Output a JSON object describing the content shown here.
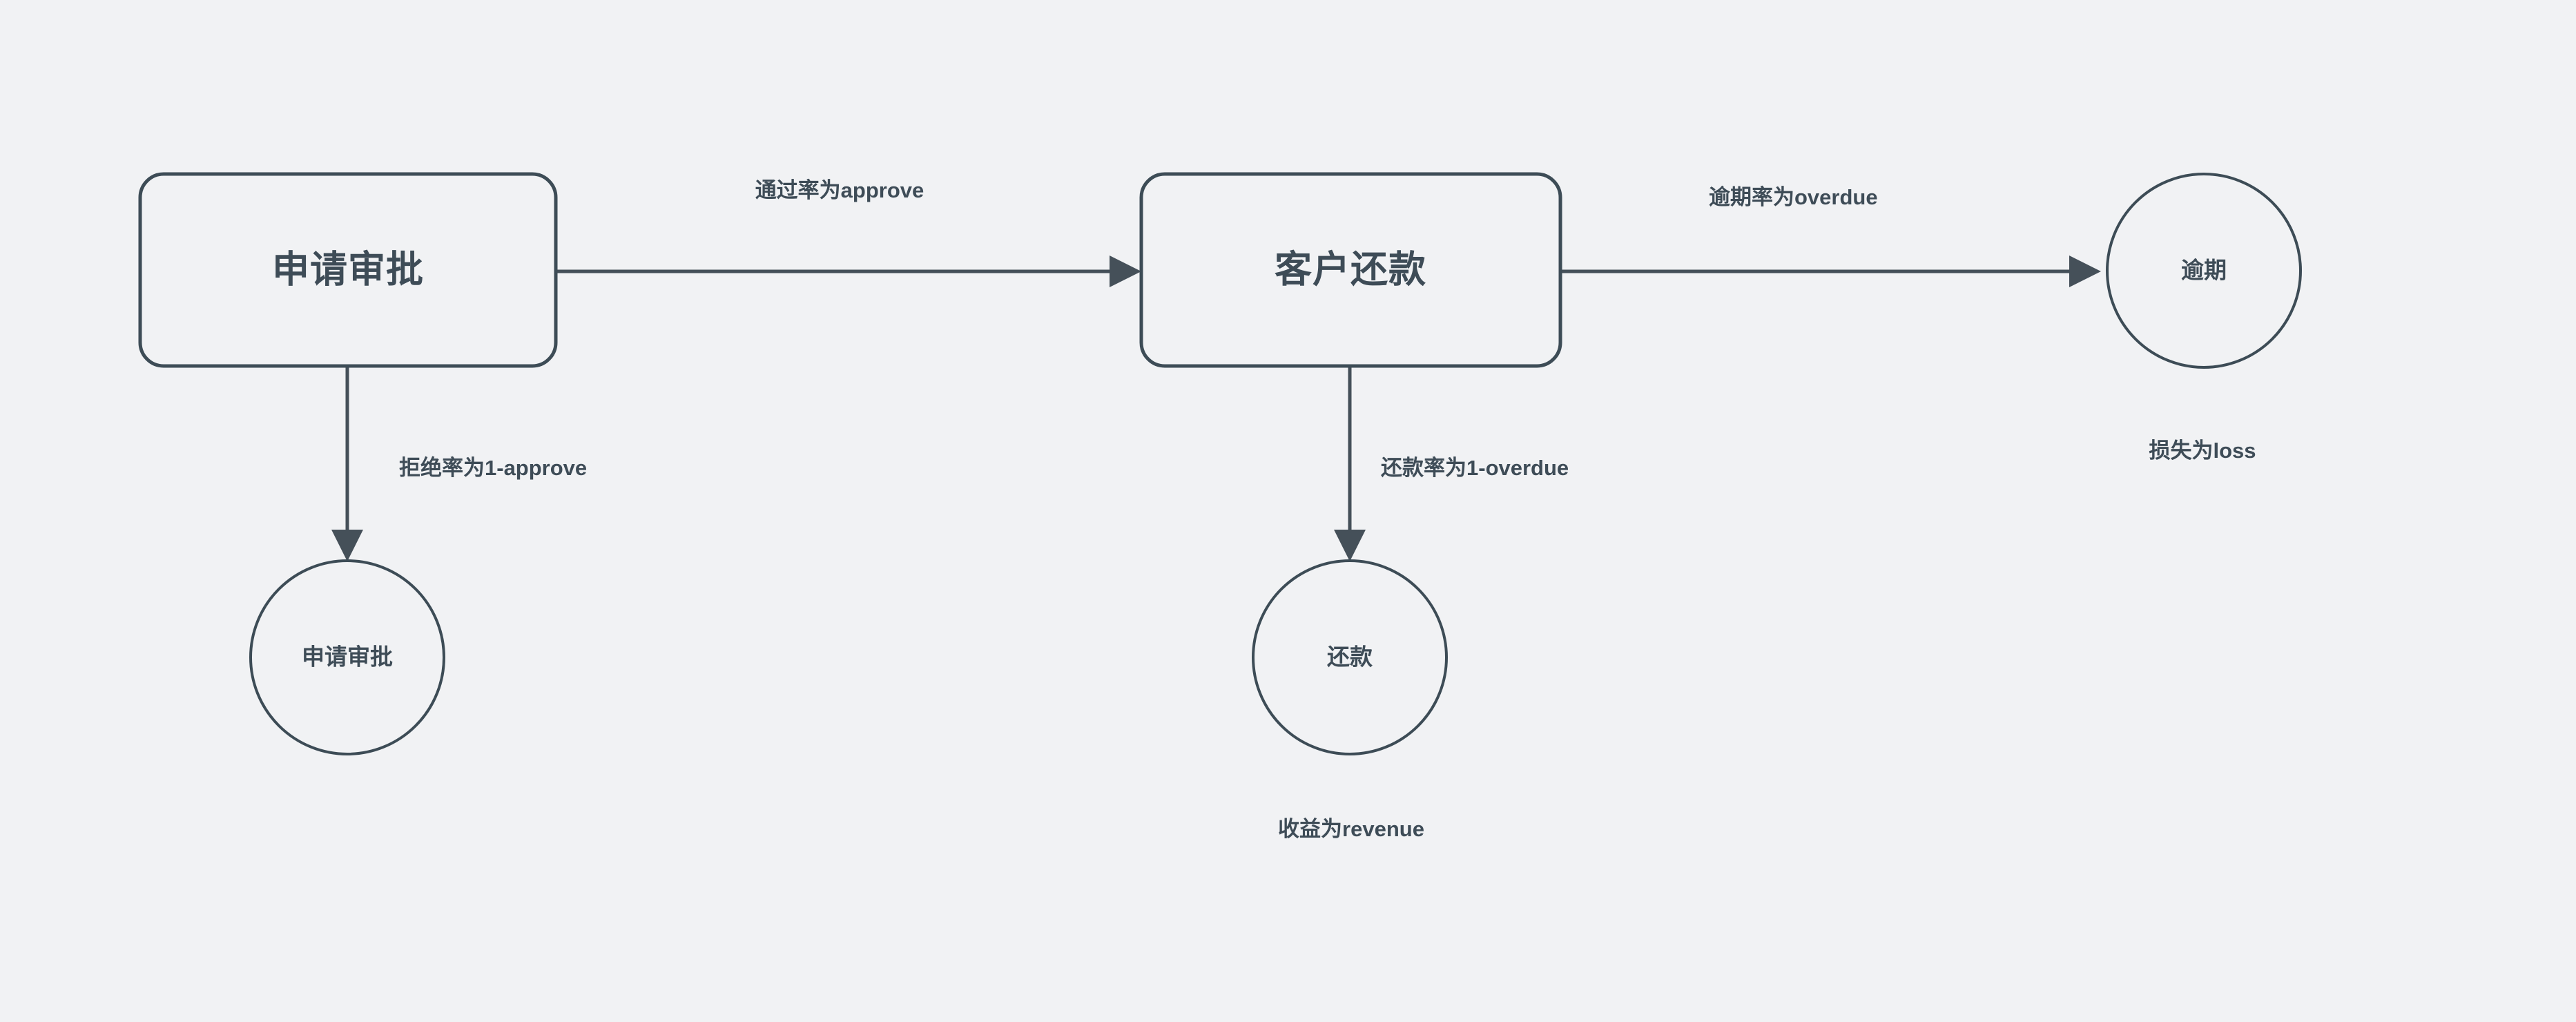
{
  "diagram": {
    "type": "flowchart",
    "background_color": "#f1f2f4",
    "stroke_color": "#3d4c56",
    "text_color": "#3e4c57",
    "nodes": [
      {
        "id": "apply_review_box",
        "label": "申请审批",
        "shape": "rounded-rect"
      },
      {
        "id": "customer_repay_box",
        "label": "客户还款",
        "shape": "rounded-rect"
      },
      {
        "id": "overdue_circle",
        "label": "逾期",
        "shape": "circle"
      },
      {
        "id": "reject_circle",
        "label": "申请审批",
        "shape": "circle"
      },
      {
        "id": "repay_circle",
        "label": "还款",
        "shape": "circle"
      }
    ],
    "edges": [
      {
        "id": "edge_approve",
        "from": "apply_review_box",
        "to": "customer_repay_box",
        "label": "通过率为approve"
      },
      {
        "id": "edge_reject",
        "from": "apply_review_box",
        "to": "reject_circle",
        "label": "拒绝率为1-approve"
      },
      {
        "id": "edge_overdue",
        "from": "customer_repay_box",
        "to": "overdue_circle",
        "label": "逾期率为overdue"
      },
      {
        "id": "edge_repay",
        "from": "customer_repay_box",
        "to": "repay_circle",
        "label": "还款率为1-overdue"
      }
    ],
    "captions": [
      {
        "id": "caption_loss",
        "for": "overdue_circle",
        "text": "损失为loss"
      },
      {
        "id": "caption_revenue",
        "for": "repay_circle",
        "text": "收益为revenue"
      }
    ]
  }
}
